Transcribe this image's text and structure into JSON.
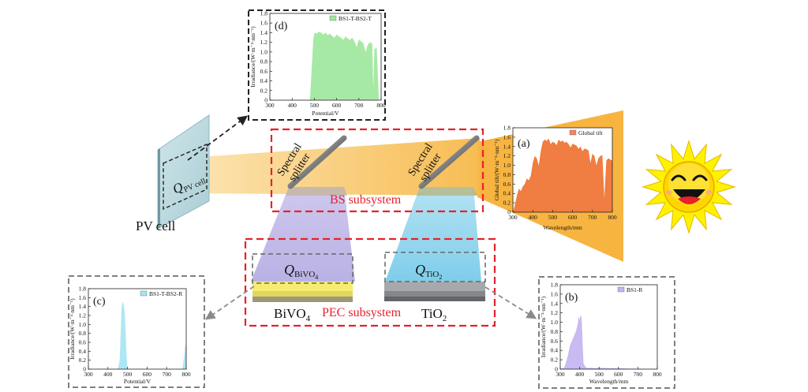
{
  "labels": {
    "spectral_splitter_line1": "Spectral",
    "spectral_splitter_line2": "splitter",
    "bs_subsystem": "BS subsystem",
    "pec_subsystem": "PEC subsystem",
    "pv_cell": "PV cell",
    "bivo4_main": "BiVO",
    "bivo4_sub": "4",
    "tio2_main": "TiO",
    "tio2_sub": "2",
    "q_symbol": "Q",
    "q_pv_sub": "PV cell",
    "q_bivo4_sub": "BiVO",
    "q_bivo4_subsub": "4",
    "q_tio2_sub": "TiO",
    "q_tio2_subsub": "2"
  },
  "colors": {
    "red_dash": "#e8212b",
    "black_dash": "#222222",
    "gray_dash": "#808080",
    "beam_orange": "#f7c860",
    "beam_light": "#fbe0a8",
    "beam_purple": "#c9c4ec",
    "beam_blue": "#8fd3ef",
    "sun_yellow": "#fff200",
    "sun_face": "#ffd000",
    "pv_panel": "#b6d6dc",
    "bivo4_yellow": "#f4ea6a",
    "tio2_gray": "#8e9094"
  },
  "chart_data": [
    {
      "id": "a",
      "panel_label": "(a)",
      "type": "area",
      "legend": "Global tilt",
      "color": "#ee6f2c",
      "legend_color": "#f4845f",
      "xlabel": "Wavelength/mm",
      "ylabel": "Global tilt/(W·m⁻²·nm⁻¹)",
      "xlim": [
        300,
        800
      ],
      "ylim": [
        0,
        1.8
      ],
      "xticks": [
        "300",
        "400",
        "500",
        "600",
        "700",
        "800"
      ],
      "yticks": [
        "0",
        "0.2",
        "0.4",
        "0.6",
        "0.8",
        "1.0",
        "1.2",
        "1.4",
        "1.6",
        "1.8"
      ],
      "x": [
        300,
        310,
        320,
        330,
        340,
        350,
        360,
        370,
        380,
        390,
        400,
        410,
        420,
        430,
        440,
        450,
        460,
        470,
        480,
        490,
        500,
        510,
        520,
        530,
        540,
        550,
        560,
        570,
        580,
        590,
        600,
        610,
        620,
        630,
        640,
        650,
        660,
        670,
        680,
        690,
        700,
        710,
        720,
        730,
        740,
        750,
        760,
        770,
        780,
        790,
        800
      ],
      "values": [
        0.0,
        0.15,
        0.35,
        0.5,
        0.45,
        0.55,
        0.6,
        0.72,
        0.68,
        0.78,
        1.05,
        1.2,
        1.15,
        1.0,
        1.3,
        1.5,
        1.55,
        1.52,
        1.57,
        1.45,
        1.5,
        1.48,
        1.43,
        1.55,
        1.5,
        1.53,
        1.48,
        1.5,
        1.45,
        1.38,
        1.46,
        1.44,
        1.42,
        1.35,
        1.4,
        1.3,
        1.36,
        1.34,
        1.32,
        1.05,
        1.25,
        1.2,
        1.0,
        1.15,
        1.2,
        1.22,
        0.3,
        1.1,
        1.15,
        1.12,
        1.1
      ]
    },
    {
      "id": "b",
      "panel_label": "(b)",
      "type": "area",
      "legend": "BS1-R",
      "color": "#c3b3ef",
      "legend_color": "#c3b3ef",
      "xlabel": "Wavelength/mm",
      "ylabel": "Irradiance/(W·m⁻²·nm⁻¹)",
      "xlim": [
        300,
        800
      ],
      "ylim": [
        0,
        1.8
      ],
      "xticks": [
        "300",
        "400",
        "500",
        "600",
        "700",
        "800"
      ],
      "yticks": [
        "0",
        "0.2",
        "0.4",
        "0.6",
        "0.8",
        "1.0",
        "1.2",
        "1.4",
        "1.6",
        "1.8"
      ],
      "x": [
        300,
        320,
        330,
        340,
        350,
        360,
        370,
        380,
        390,
        395,
        400,
        405,
        410,
        415,
        420,
        430,
        440,
        460,
        480,
        500,
        550,
        600,
        650,
        700,
        750
      ],
      "values": [
        0.0,
        0.03,
        0.15,
        0.3,
        0.5,
        0.6,
        0.7,
        0.8,
        0.95,
        1.12,
        1.05,
        1.15,
        1.1,
        0.6,
        0.12,
        0.05,
        0.02,
        0.03,
        0.02,
        0.03,
        0.02,
        0.02,
        0.01,
        0.01,
        0.0
      ]
    },
    {
      "id": "c",
      "panel_label": "(c)",
      "type": "area",
      "legend": "BS1-T-BS2-R",
      "color": "#a4e4f4",
      "legend_color": "#a4e4f4",
      "xlabel": "Potential/V",
      "ylabel": "Irradiance/(W·m⁻²·nm⁻¹)",
      "xlim": [
        300,
        800
      ],
      "ylim": [
        0,
        1.8
      ],
      "xticks": [
        "300",
        "400",
        "500",
        "600",
        "700",
        "800"
      ],
      "yticks": [
        "0",
        "0.2",
        "0.4",
        "0.6",
        "0.8",
        "1.0",
        "1.2",
        "1.4",
        "1.6",
        "1.8"
      ],
      "x": [
        300,
        400,
        450,
        460,
        465,
        470,
        475,
        480,
        485,
        490,
        495,
        500,
        520,
        600,
        700,
        780,
        790,
        795,
        800
      ],
      "values": [
        0.0,
        0.0,
        0.0,
        0.2,
        0.8,
        1.4,
        1.52,
        1.45,
        1.3,
        0.9,
        0.3,
        0.0,
        0.0,
        0.0,
        0.0,
        0.0,
        0.3,
        0.55,
        0.5
      ]
    },
    {
      "id": "d",
      "panel_label": "(d)",
      "type": "area",
      "legend": "BS1-T-BS2-T",
      "color": "#9ce79a",
      "legend_color": "#9ce79a",
      "xlabel": "Potential/V",
      "ylabel": "Irradiance/(W·m⁻²·nm⁻¹)",
      "xlim": [
        300,
        800
      ],
      "ylim": [
        0,
        1.8
      ],
      "xticks": [
        "300",
        "400",
        "500",
        "600",
        "700",
        "800"
      ],
      "yticks": [
        "0",
        "0.2",
        "0.4",
        "0.6",
        "0.8",
        "1.0",
        "1.2",
        "1.4",
        "1.6",
        "1.8"
      ],
      "x": [
        300,
        480,
        495,
        500,
        510,
        520,
        530,
        540,
        550,
        560,
        570,
        580,
        590,
        600,
        610,
        620,
        630,
        640,
        650,
        660,
        670,
        680,
        690,
        700,
        710,
        720,
        730,
        740,
        750,
        760,
        765,
        770,
        780,
        790,
        800
      ],
      "values": [
        0.0,
        0.0,
        1.25,
        1.4,
        1.38,
        1.42,
        1.4,
        1.36,
        1.4,
        1.35,
        1.38,
        1.33,
        1.3,
        1.36,
        1.32,
        1.3,
        1.25,
        1.32,
        1.28,
        1.25,
        1.3,
        1.22,
        1.1,
        1.26,
        1.22,
        1.18,
        1.0,
        1.15,
        1.2,
        1.18,
        0.25,
        1.05,
        1.1,
        0.0,
        0.0
      ]
    }
  ]
}
